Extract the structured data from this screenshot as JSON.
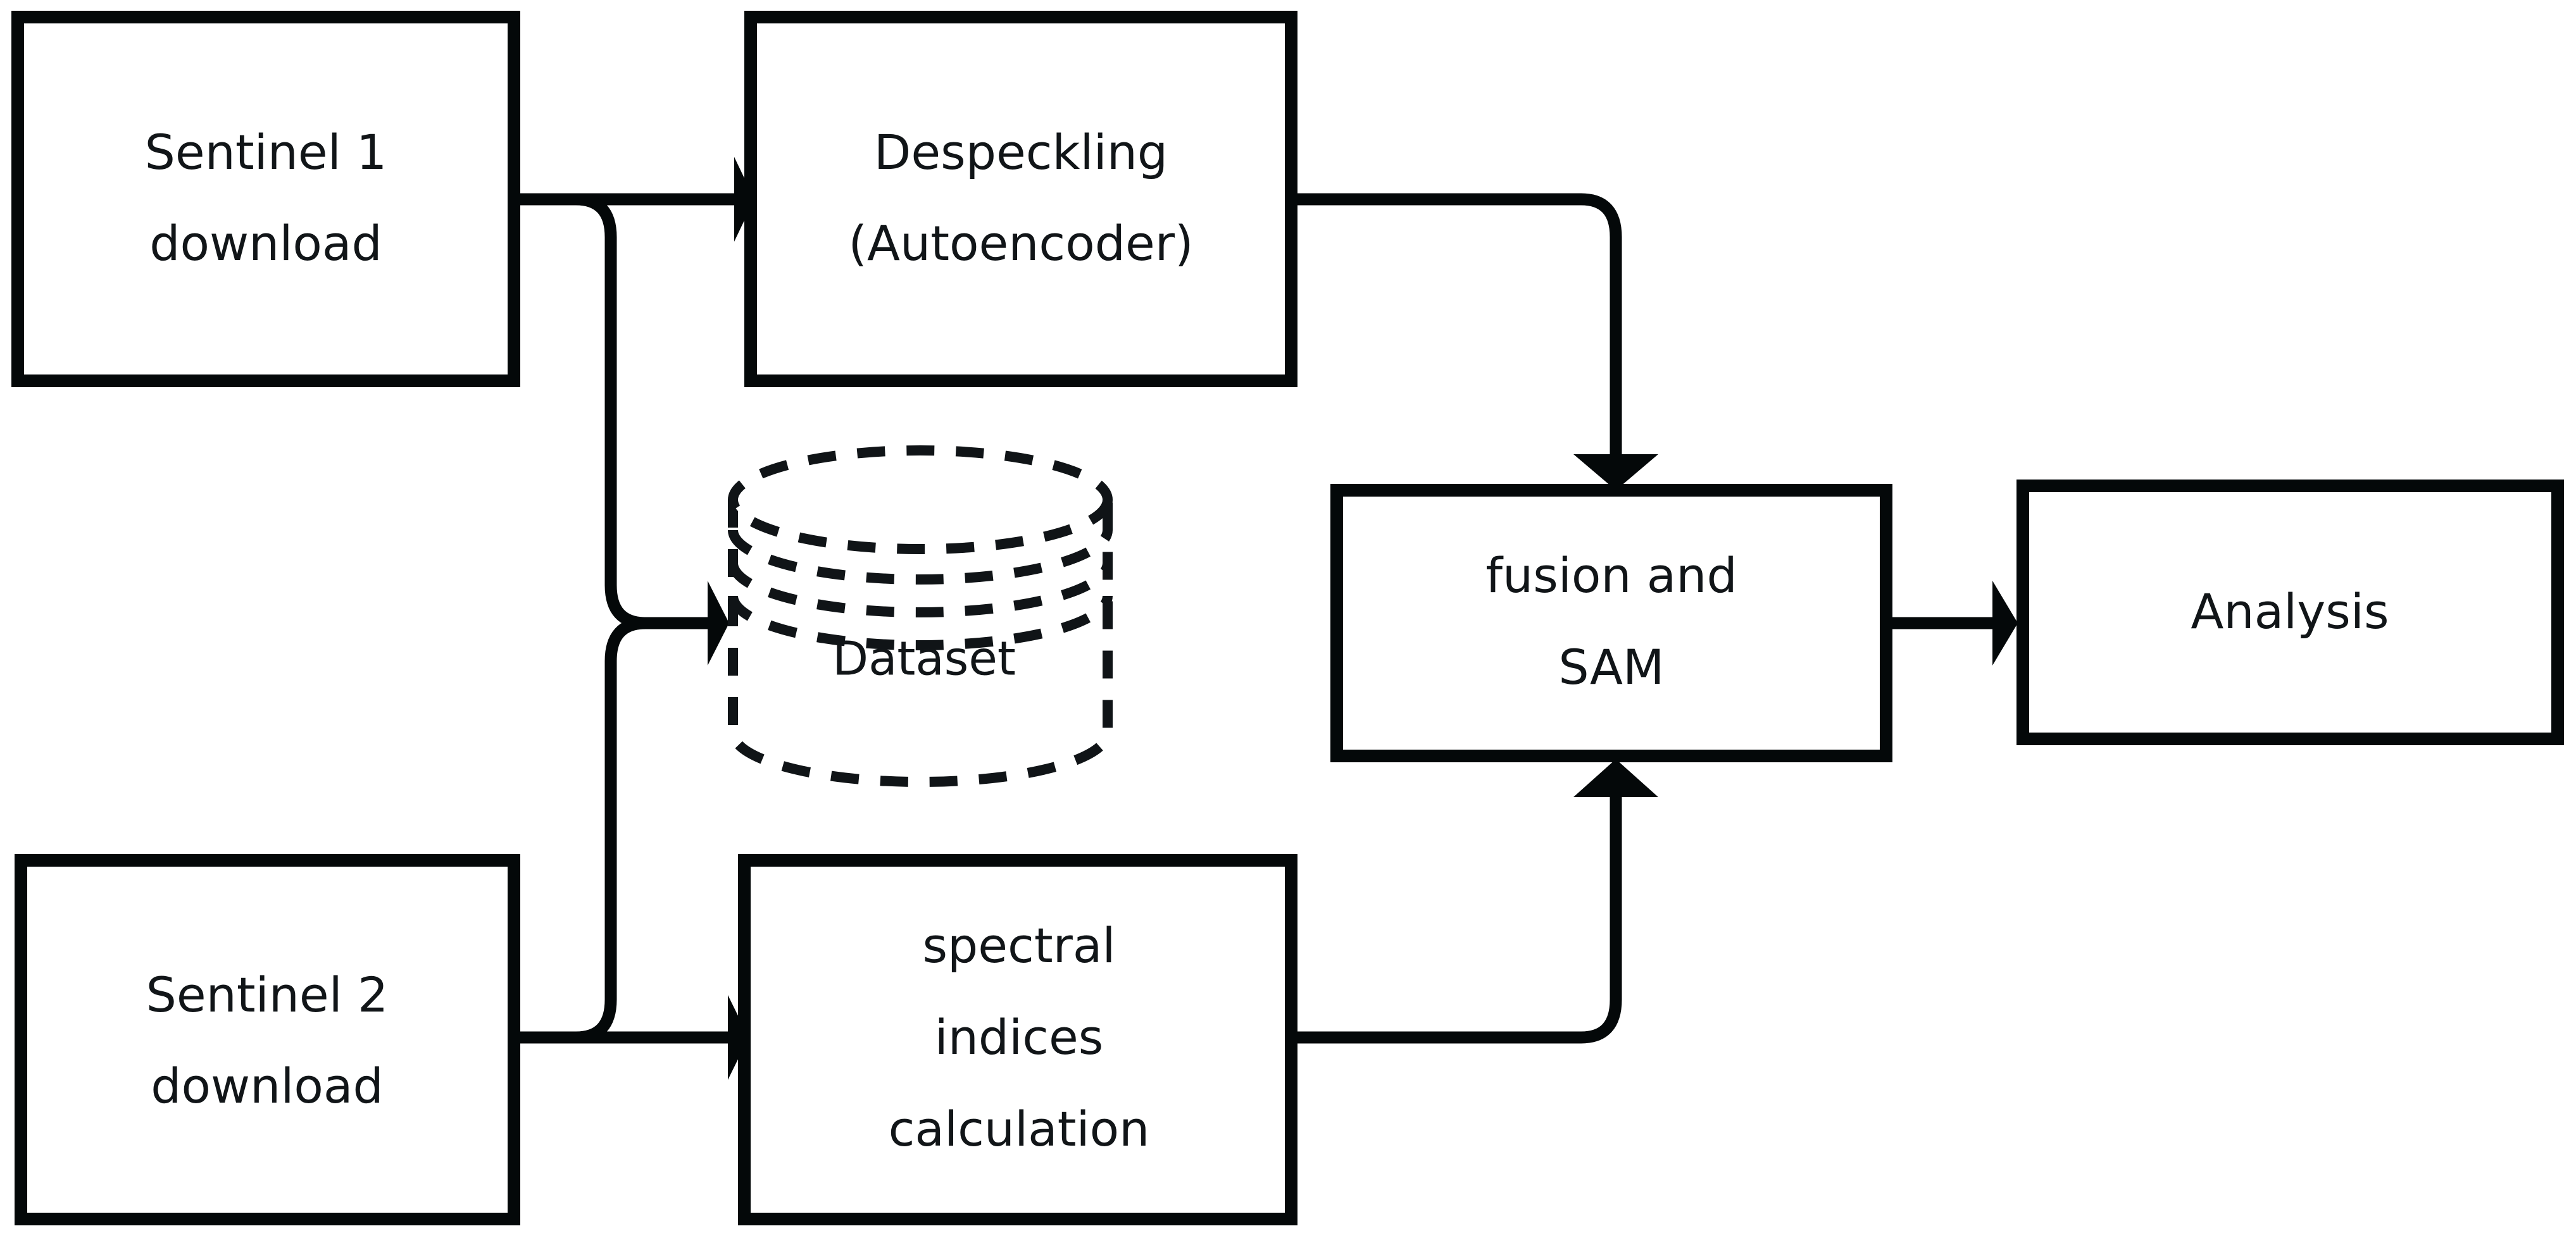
{
  "diagram": {
    "title": "Sentinel data processing pipeline flowchart",
    "background_color": "#ffffff",
    "stroke_color": "#040809",
    "text_color": "#111518"
  },
  "nodes": {
    "sentinel1": {
      "id": "sentinel1",
      "shape": "rectangle",
      "line1": "Sentinel 1",
      "line2": "download"
    },
    "despeckling": {
      "id": "despeckling",
      "shape": "rectangle",
      "line1": "Despeckling",
      "line2": "(Autoencoder)"
    },
    "dataset": {
      "id": "dataset",
      "shape": "cylinder-dashed",
      "line1": "Dataset"
    },
    "fusion": {
      "id": "fusion",
      "shape": "rectangle",
      "line1": "fusion and",
      "line2": "SAM"
    },
    "analysis": {
      "id": "analysis",
      "shape": "rectangle",
      "line1": "Analysis"
    },
    "sentinel2": {
      "id": "sentinel2",
      "shape": "rectangle",
      "line1": "Sentinel 2",
      "line2": "download"
    },
    "spectral": {
      "id": "spectral",
      "shape": "rectangle",
      "line1": "spectral",
      "line2": "indices",
      "line3": "calculation"
    }
  },
  "edges": [
    {
      "id": "e1",
      "from": "sentinel1",
      "to": "despeckling",
      "style": "solid-arrow"
    },
    {
      "id": "e2",
      "from": "sentinel1",
      "to": "dataset",
      "style": "solid-arrow"
    },
    {
      "id": "e3",
      "from": "despeckling",
      "to": "fusion",
      "style": "solid-arrow"
    },
    {
      "id": "e4",
      "from": "fusion",
      "to": "analysis",
      "style": "solid-arrow"
    },
    {
      "id": "e5",
      "from": "sentinel2",
      "to": "spectral",
      "style": "solid-arrow"
    },
    {
      "id": "e6",
      "from": "sentinel2",
      "to": "dataset",
      "style": "solid-arrow"
    },
    {
      "id": "e7",
      "from": "spectral",
      "to": "fusion",
      "style": "solid-arrow"
    }
  ]
}
